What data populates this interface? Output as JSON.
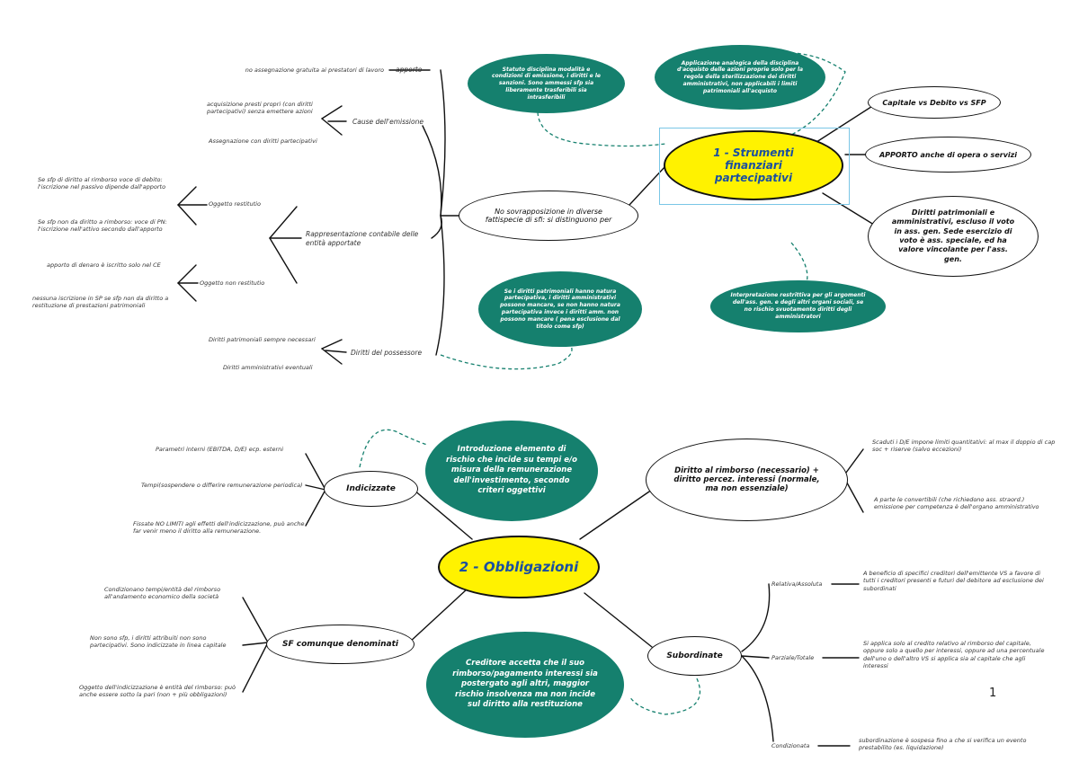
{
  "page_number": "1",
  "colors": {
    "teal": "#15806e",
    "yellow": "#fff200",
    "title_blue": "#1a4fa0",
    "line": "#111111"
  },
  "map1": {
    "title": "1 - Strumenti finanziari partecipativi",
    "right_nodes": {
      "capitale": "Capitale vs Debito vs SFP",
      "apporto": "APPORTO anche di opera o servizi",
      "diritti": "Diritti patrimoniali e amministrativi, escluso il voto in ass. gen. Sede esercizio di voto è ass. speciale, ed ha valore vincolante per l'ass. gen."
    },
    "teal_nodes": {
      "statuto": "Statuto disciplina modalità e condizioni di emissione, i diritti e le sanzioni. Sono ammessi sfp sia liberamente trasferibili sia intrasferibili",
      "applicazione": "Applicazione analogica della disciplina d'acquisto delle azioni proprie solo per la regola della sterilizzazione dei diritti amministrativi, non applicabili i limiti patrimoniali all'acquisto",
      "se_diritti": "Se i diritti patrimoniali hanno natura partecipativa, i diritti amministrativi possono mancare, se non hanno natura partecipativa invece i diritti amm. non possono mancare ( pena esclusione dal titolo come sfp)",
      "interpretazione": "Interpretazione restrittiva per gli argomenti dell'ass. gen. e degli altri organi sociali, se no rischio svuotamento diritti degli amministratori"
    },
    "center_branch": "No sovrapposizione in diverse fattispecie di sfi: si distinguono per",
    "branches": {
      "apporto": "apporto",
      "cause": "Cause dell'emissione",
      "rappresentazione": "Rappresentazione contabile delle entità apportate",
      "diritti_possessore": "Diritti del possessore"
    },
    "leaves": {
      "no_assegnazione": "no assegnazione gratuita ai prestatori di lavoro",
      "acquisizione": "acquisizione presti propri (con diritti partecipativi) senza emettere azioni",
      "assegnazione": "Assegnazione con diritti partecipativi",
      "oggetto_restitutio": "Oggetto restitutio",
      "se_sfp_debito": "Se sfp di diritto al rimborso voce di debito: l'iscrizione nel passivo dipende dall'apporto",
      "se_non_diritto": "Se sfp non da diritto a rimborso: voce di PN: l'iscrizione nell'attivo secondo dall'apporto",
      "oggetto_non_restitutio": "Oggetto non restitutio",
      "apporto_denaro": "apporto di denaro è iscritto solo nel CE",
      "nessuna_iscrizione": "nessuna iscrizione in SP se sfp non da diritto a restituzione di prestazioni patrimoniali",
      "diritti_patrimoniali": "Diritti patrimoniali sempre necessari",
      "diritti_amministrativi": "Diritti amministrativi eventuali"
    }
  },
  "map2": {
    "title": "2 - Obbligazioni",
    "indicizzate": "Indicizzate",
    "sf_comunque": "SF comunque denominati",
    "diritto_rimborso": "Diritto al rimborso (necessario) + diritto percez. interessi (normale, ma non essenziale)",
    "subordinate": "Subordinate",
    "teal_nodes": {
      "introduzione": "Introduzione elemento di rischio che incide su tempi e/o misura della remunerazione dell'investimento, secondo criteri oggettivi",
      "creditore": "Creditore accetta che il suo rimborso/pagamento interessi sia postergato agli altri, maggior rischio insolvenza ma non incide sul diritto alla restituzione"
    },
    "indicizzate_leaves": {
      "parametri": "Parametri interni (EBITDA, D/E) ecp. esterni",
      "tempi": "Tempi(sospendere o differire remunerazione periodica)",
      "fissate": "Fissate NO LIMITI agli effetti dell'indicizzazione, può anche far venir meno il diritto alla remunerazione."
    },
    "sf_leaves": {
      "condizionano": "Condizionano tempi/entità del rimborso all'andamento economico della società",
      "non_sono": "Non sono sfp, i diritti attribuiti non sono partecipativi. Sono indicizzate in linea capitale",
      "oggetto": "Oggetto dell'indicizzazione è entità del rimborso: può anche essere sotto la pari (non + più obbligazioni)"
    },
    "diritto_leaves": {
      "scaduti": "Scaduti i D/E impone limiti quantitativi: al max il doppio di cap soc + riserve (salvo eccezioni)",
      "a_parte": "A parte le convertibili (che richiedono ass. straord.) emissione per competenza è dell'organo amministrativo"
    },
    "subordinate_branches": {
      "relativa": "Relativa/Assoluta",
      "parziale": "Parziale/Totale",
      "condizionata": "Condizionata"
    },
    "subordinate_leaves": {
      "relativa": "A beneficio di specifici creditori dell'emittente VS a favore di tutti i creditori presenti e futuri del debitore ad esclusione dei subordinati",
      "parziale": "Si applica solo al credito relativo al rimborso del capitale, oppure solo a quello per interessi, oppure ad una percentuale dell'uno o dell'altro VS si applica sia al capitale che agli interessi",
      "condizionata": "subordinazione è sospesa fino a che si verifica un evento prestabilito (es. liquidazione)"
    }
  }
}
